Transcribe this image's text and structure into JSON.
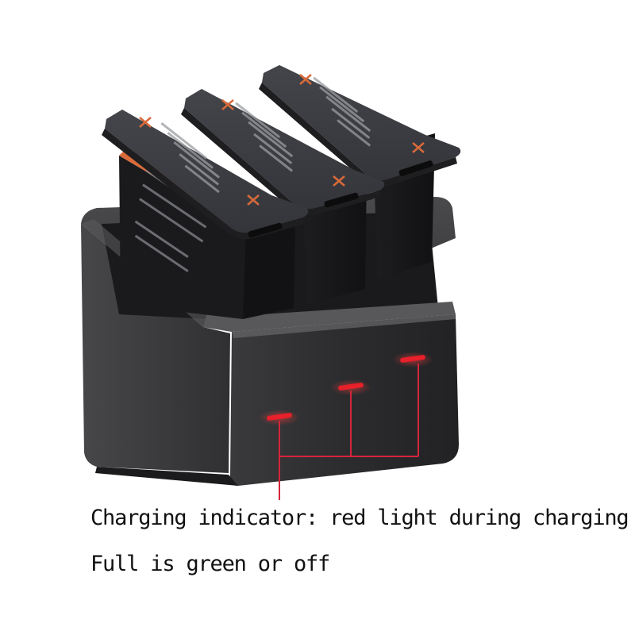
{
  "caption": {
    "line1": "Charging indicator: red light during charging",
    "line2": "Full is green or off"
  },
  "device": {
    "battery_slots": 3,
    "indicator_count": 3,
    "indicator_state": "charging-red"
  },
  "colors": {
    "indicator_red": "#e8202a",
    "callout_line": "#d6253a",
    "charger_body": "#2b2b2d",
    "battery_label": "#3a3b3e",
    "battery_accent": "#d96a3a"
  }
}
